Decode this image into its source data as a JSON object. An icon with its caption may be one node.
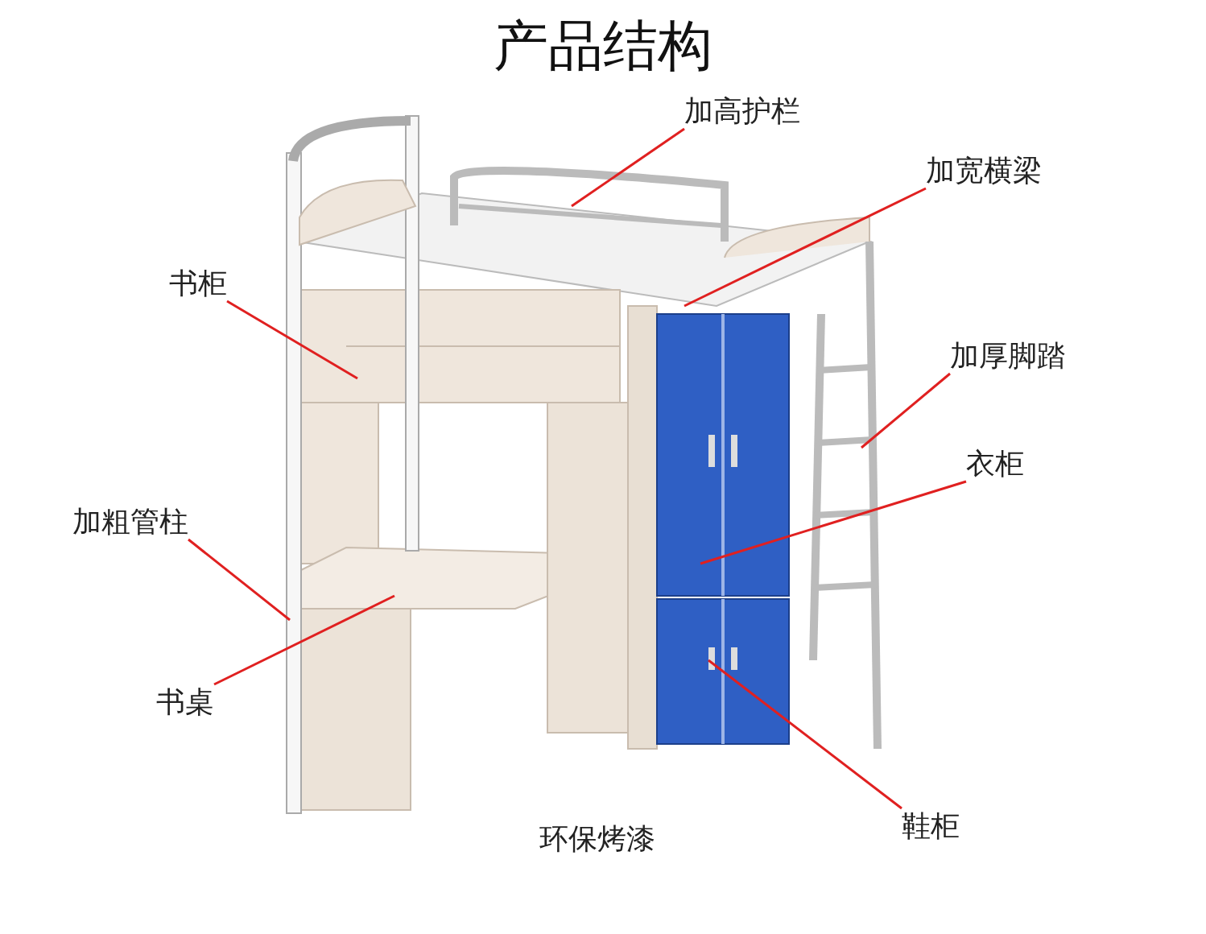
{
  "diagram": {
    "title": "产品结构",
    "nodes": [
      {
        "text": [
          "加高护栏"
        ]
      },
      {
        "text": [
          "加宽横梁"
        ]
      },
      {
        "text": [
          "书柜"
        ]
      },
      {
        "text": [
          "加厚脚踏"
        ]
      },
      {
        "text": [
          "衣柜"
        ]
      },
      {
        "text": [
          "加粗管柱"
        ]
      },
      {
        "text": [
          "书桌"
        ]
      },
      {
        "text": [
          "鞋柜"
        ]
      }
    ],
    "edges": [
      {
        "from": 0,
        "to": null,
        "arrow": "none"
      },
      {
        "from": 1,
        "to": null,
        "arrow": "none"
      },
      {
        "from": 2,
        "to": null,
        "arrow": "none"
      },
      {
        "from": 3,
        "to": null,
        "arrow": "none"
      },
      {
        "from": 4,
        "to": null,
        "arrow": "none"
      },
      {
        "from": 5,
        "to": null,
        "arrow": "none"
      },
      {
        "from": 6,
        "to": null,
        "arrow": "none"
      },
      {
        "from": 7,
        "to": null,
        "arrow": "none"
      }
    ],
    "labels": [
      "环保烤漆"
    ]
  }
}
